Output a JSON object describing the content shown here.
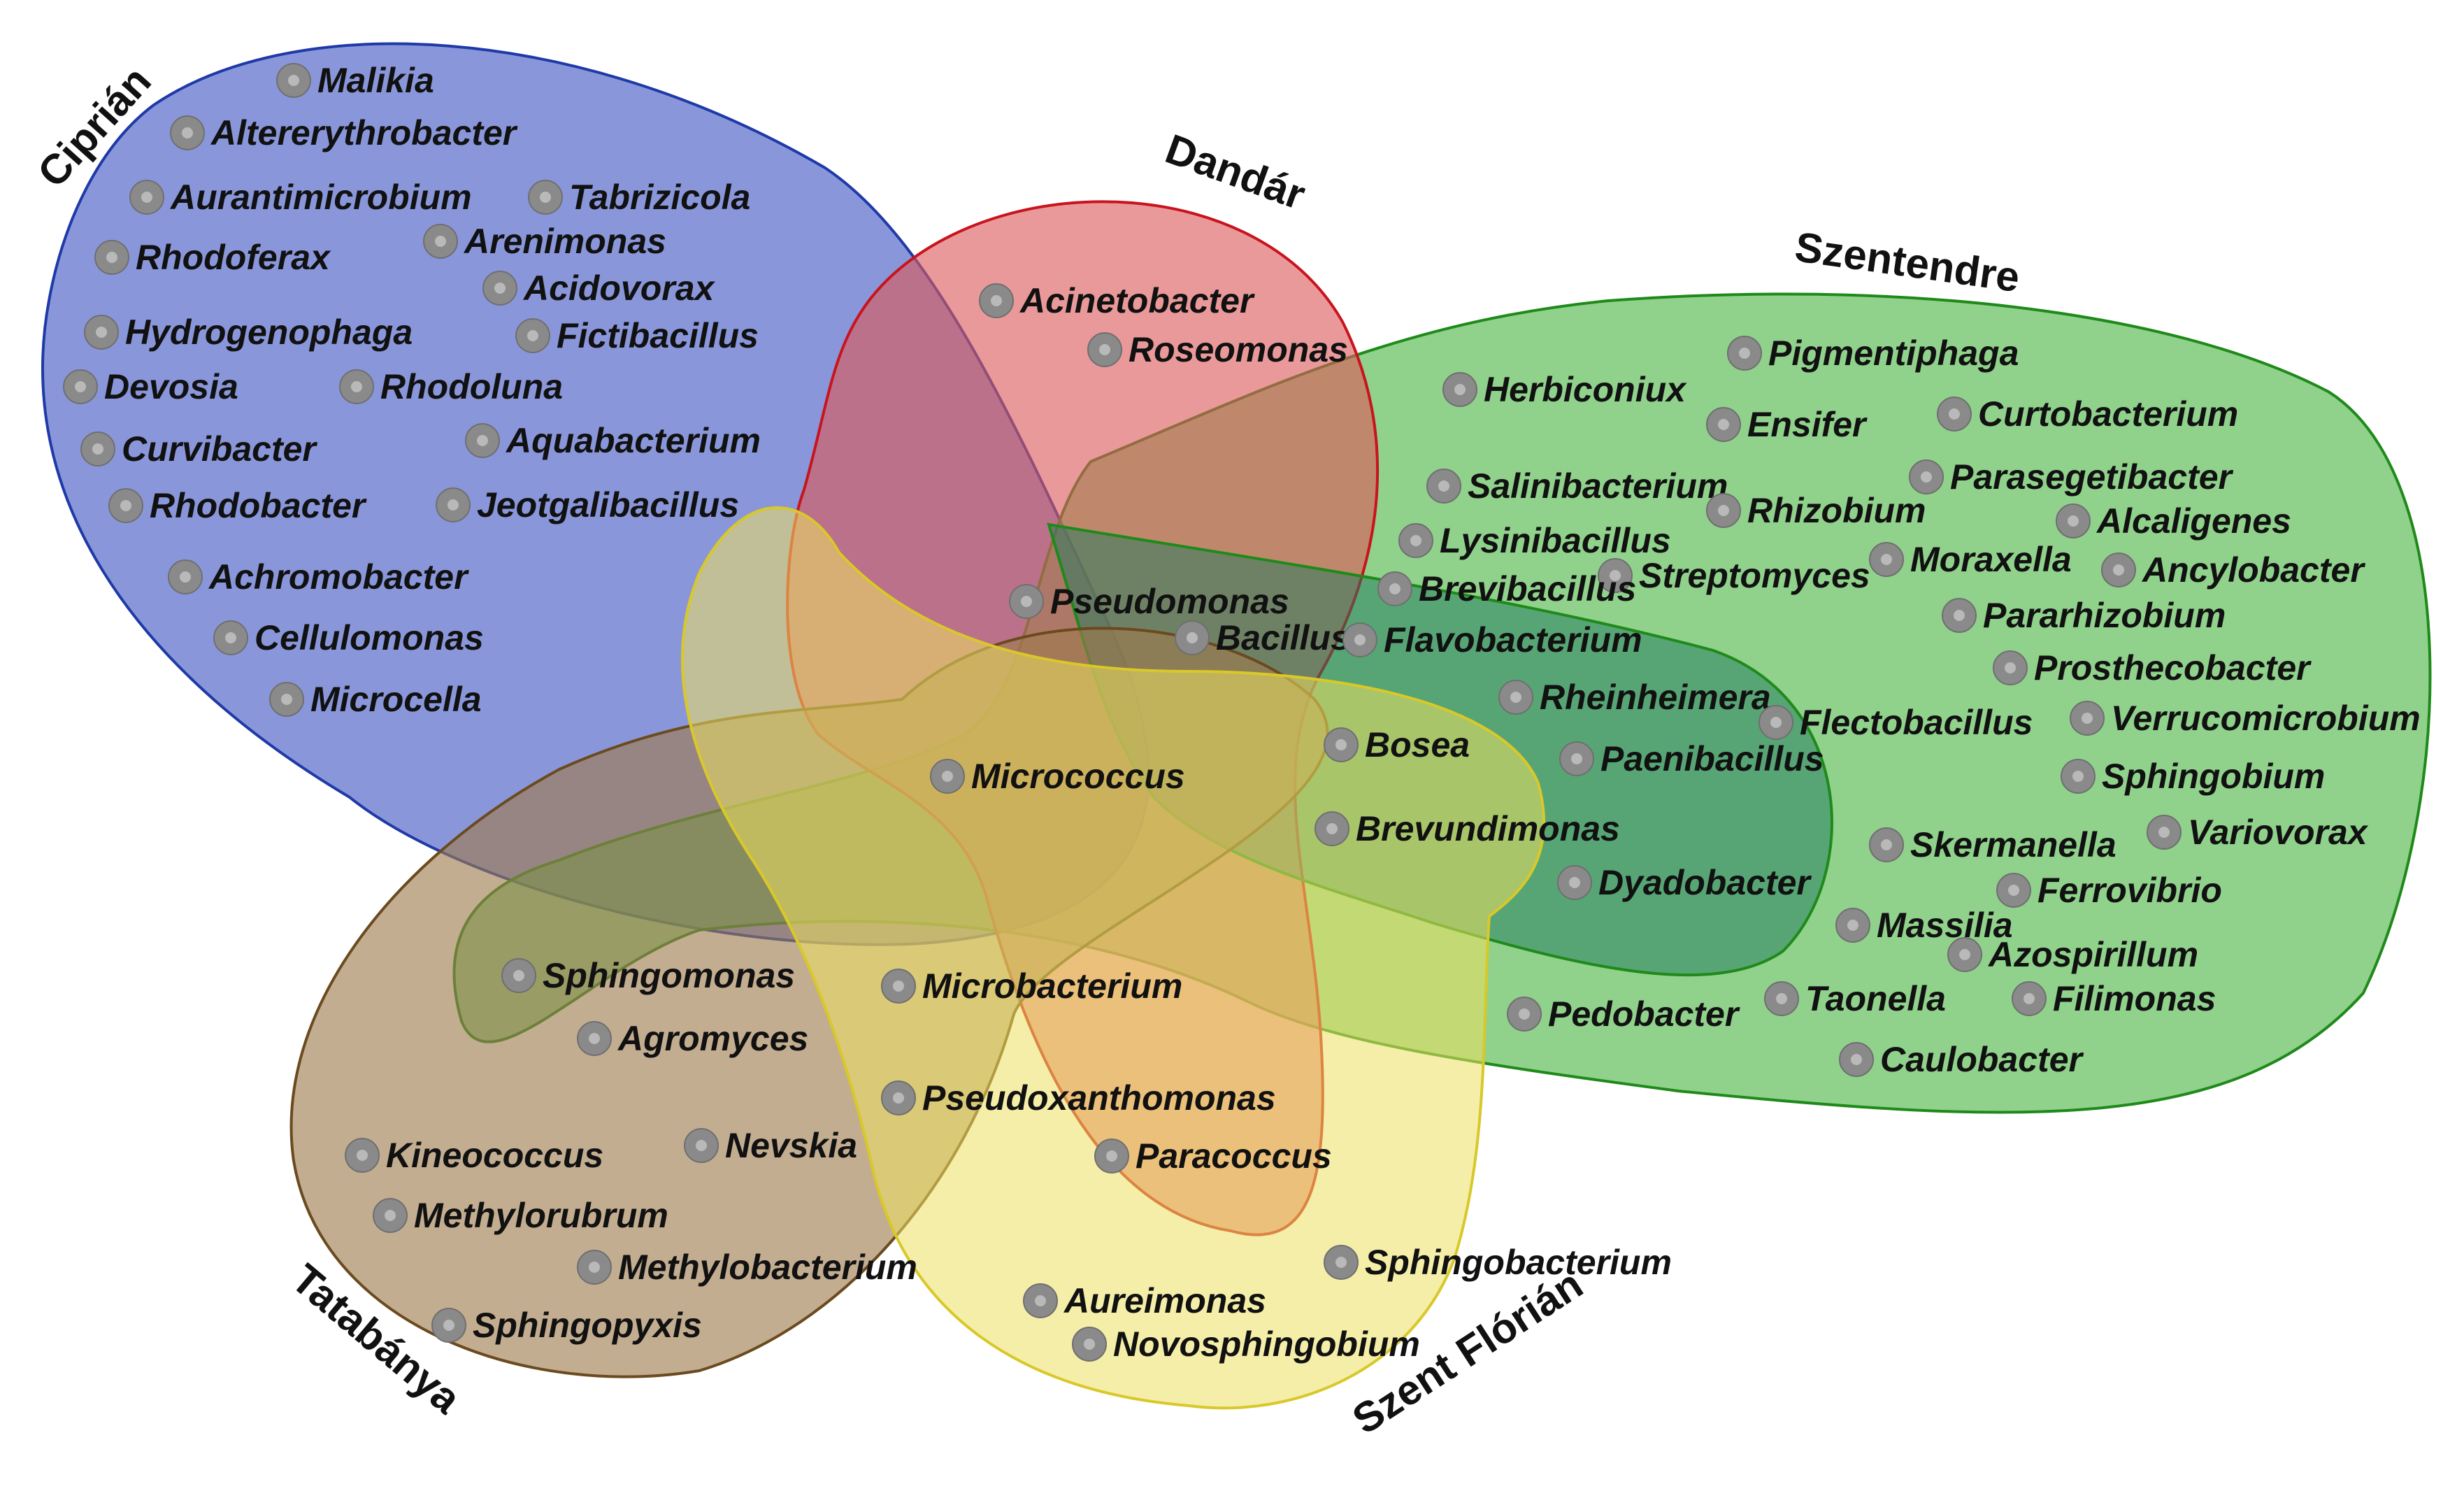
{
  "sets": [
    {
      "id": "ciprian",
      "name": "Ciprián",
      "fill": "#5b6fcc",
      "stroke": "#1f3aa8"
    },
    {
      "id": "dandar",
      "name": "Dandár",
      "fill": "#dc5a5a",
      "stroke": "#c8141e"
    },
    {
      "id": "szentendre",
      "name": "Szentendre",
      "fill": "#4cb545",
      "stroke": "#1f8a1a"
    },
    {
      "id": "tatabanya",
      "name": "Tatabánya",
      "fill": "#9e7a4e",
      "stroke": "#6b4a1e"
    },
    {
      "id": "szent_florian",
      "name": "Szent Flórián",
      "fill": "#ede060",
      "stroke": "#d8c82a"
    }
  ],
  "genera": [
    "Malikia",
    "Altererythrobacter",
    "Aurantimicrobium",
    "Tabrizicola",
    "Rhodoferax",
    "Arenimonas",
    "Acidovorax",
    "Hydrogenophaga",
    "Fictibacillus",
    "Devosia",
    "Rhodoluna",
    "Curvibacter",
    "Aquabacterium",
    "Rhodobacter",
    "Jeotgalibacillus",
    "Achromobacter",
    "Cellulomonas",
    "Microcella",
    "Acinetobacter",
    "Roseomonas",
    "Pseudomonas",
    "Bacillus",
    "Micrococcus",
    "Pigmentiphaga",
    "Herbiconiux",
    "Ensifer",
    "Curtobacterium",
    "Salinibacterium",
    "Parasegetibacter",
    "Rhizobium",
    "Alcaligenes",
    "Lysinibacillus",
    "Moraxella",
    "Ancylobacter",
    "Streptomyces",
    "Brevibacillus",
    "Pararhizobium",
    "Flavobacterium",
    "Prosthecobacter",
    "Rheinheimera",
    "Flectobacillus",
    "Verrucomicrobium",
    "Bosea",
    "Paenibacillus",
    "Sphingobium",
    "Brevundimonas",
    "Skermanella",
    "Variovorax",
    "Dyadobacter",
    "Ferrovibrio",
    "Massilia",
    "Azospirillum",
    "Pedobacter",
    "Taonella",
    "Filimonas",
    "Caulobacter",
    "Sphingomonas",
    "Microbacterium",
    "Agromyces",
    "Pseudoxanthomonas",
    "Paracoccus",
    "Kineococcus",
    "Nevskia",
    "Methylorubrum",
    "Methylobacterium",
    "Sphingopyxis",
    "Sphingobacterium",
    "Aureimonas",
    "Novosphingobium"
  ]
}
